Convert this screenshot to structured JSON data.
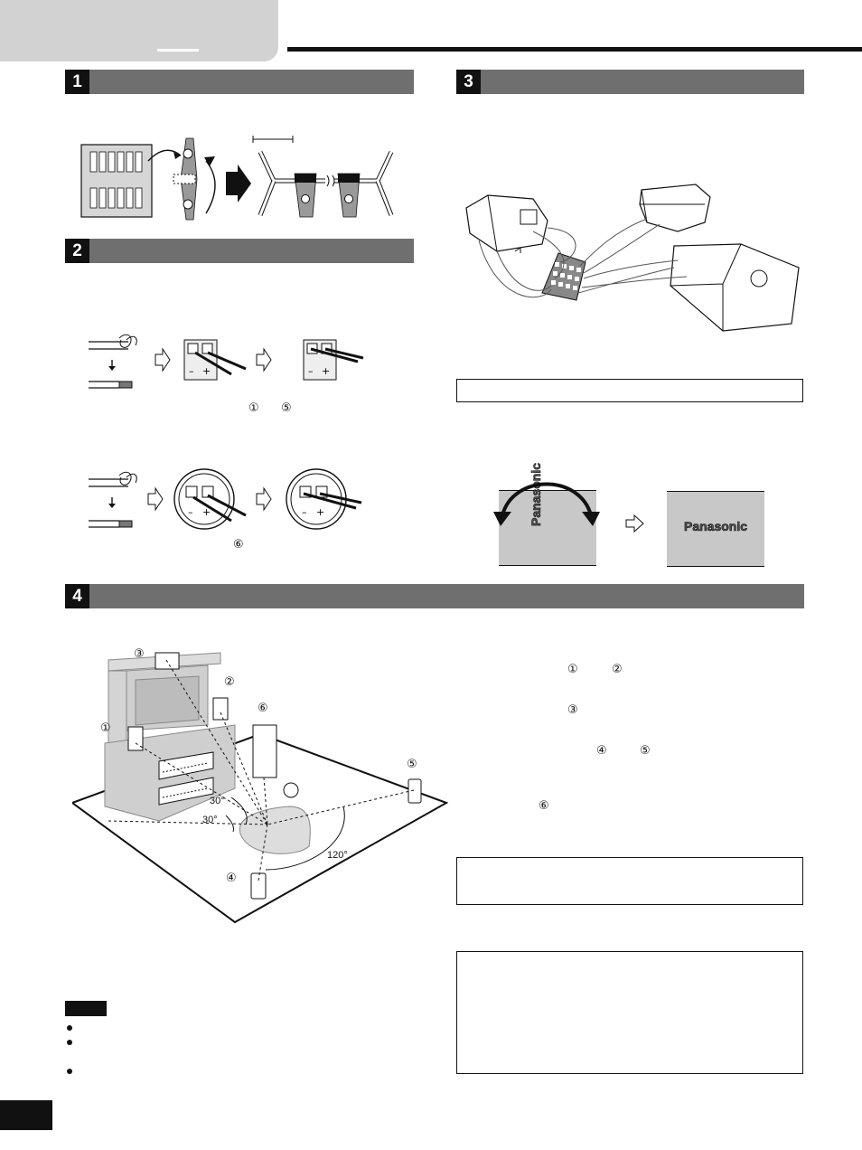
{
  "sections": [
    {
      "number": "1"
    },
    {
      "number": "2"
    },
    {
      "number": "3"
    },
    {
      "number": "4"
    }
  ],
  "section2": {
    "refs_row1": [
      "①",
      "⑤"
    ],
    "refs_row2": [
      "⑥"
    ]
  },
  "section3": {
    "logo_text_vertical": "Panasonic",
    "logo_text_horizontal": "Panasonic"
  },
  "section4": {
    "diagram_labels": {
      "sp1": "①",
      "sp2": "②",
      "sp3": "③",
      "sp4": "④",
      "sp5": "⑤",
      "sp6": "⑥",
      "angle_a": "30°",
      "angle_b": "30°",
      "angle_c": "120°"
    },
    "text_refs": {
      "line1_a": "①",
      "line1_b": "②",
      "line2_a": "③",
      "line3_a": "④",
      "line3_b": "⑤",
      "line4_a": "⑥"
    }
  },
  "colors": {
    "header_bar": "#6f6f6f",
    "number_block": "#111111",
    "tab_gray": "#d2d2d2",
    "panel_gray": "#c8c8c8"
  }
}
